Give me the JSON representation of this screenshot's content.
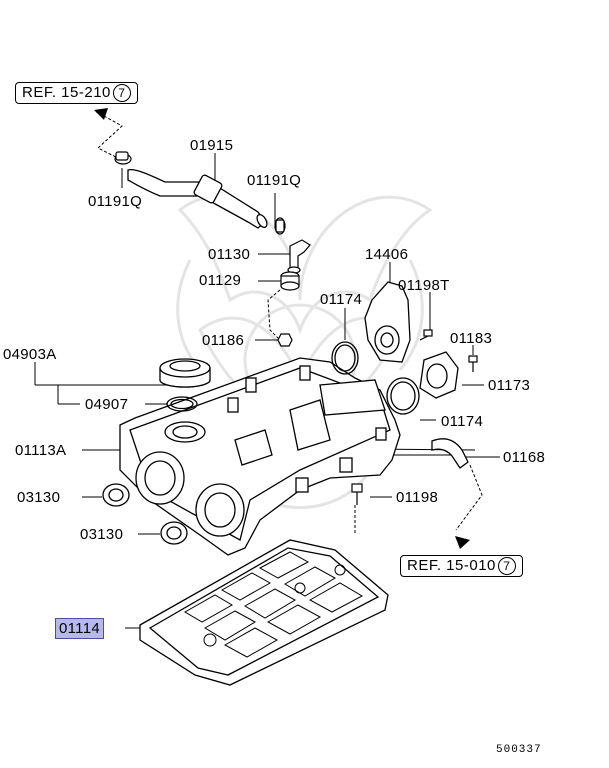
{
  "references": {
    "top": {
      "text": "REF. 15-210",
      "circle": "7"
    },
    "bottom": {
      "text": "REF. 15-010",
      "circle": "7"
    }
  },
  "parts": [
    {
      "id": "p01915",
      "number": "01915"
    },
    {
      "id": "p01191q_a",
      "number": "01191Q"
    },
    {
      "id": "p01191q_b",
      "number": "01191Q"
    },
    {
      "id": "p01130",
      "number": "01130"
    },
    {
      "id": "p01129",
      "number": "01129"
    },
    {
      "id": "p14406",
      "number": "14406"
    },
    {
      "id": "p01174_a",
      "number": "01174"
    },
    {
      "id": "p01198t",
      "number": "01198T"
    },
    {
      "id": "p01186",
      "number": "01186"
    },
    {
      "id": "p01183",
      "number": "01183"
    },
    {
      "id": "p04903a",
      "number": "04903A"
    },
    {
      "id": "p01173",
      "number": "01173"
    },
    {
      "id": "p04907",
      "number": "04907"
    },
    {
      "id": "p01174_b",
      "number": "01174"
    },
    {
      "id": "p01113a",
      "number": "01113A"
    },
    {
      "id": "p01168",
      "number": "01168"
    },
    {
      "id": "p03130_a",
      "number": "03130"
    },
    {
      "id": "p01198",
      "number": "01198"
    },
    {
      "id": "p03130_b",
      "number": "03130"
    },
    {
      "id": "p01114",
      "number": "01114",
      "highlighted": true
    }
  ],
  "document_number": "500337",
  "colors": {
    "highlight_fill": "#b7b9ec",
    "highlight_border": "#4b4fa6",
    "line": "#000000",
    "watermark": "#e4e4e4"
  }
}
